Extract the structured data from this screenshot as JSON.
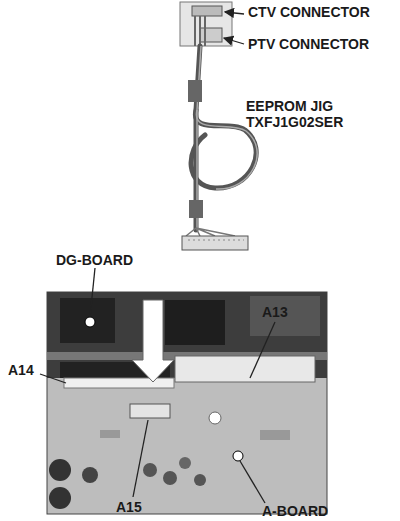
{
  "diagram": {
    "labels": [
      "CTV CONNECTOR",
      "PTV CONNECTOR",
      "EEPROM JIG TXFJ1G02SER",
      "DG-BOARD",
      "A14",
      "A13",
      "A15",
      "A-BOARD"
    ]
  }
}
